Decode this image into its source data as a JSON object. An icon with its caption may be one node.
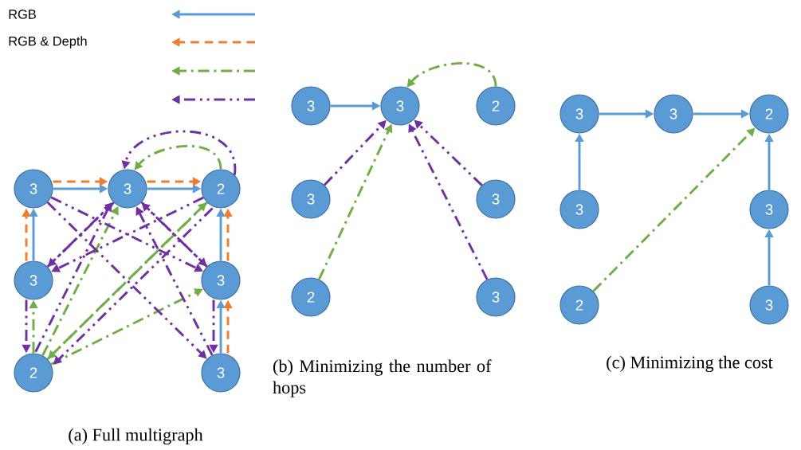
{
  "diagram": {
    "nodes": [
      {
        "text": [
          "3"
        ]
      },
      {
        "text": [
          "3"
        ]
      },
      {
        "text": [
          "2"
        ]
      },
      {
        "text": [
          "3"
        ]
      },
      {
        "text": [
          "3"
        ]
      },
      {
        "text": [
          "2"
        ]
      },
      {
        "text": [
          "3"
        ]
      },
      {
        "text": [
          "3"
        ]
      },
      {
        "text": [
          "3"
        ]
      },
      {
        "text": [
          "2"
        ]
      },
      {
        "text": [
          "3"
        ]
      },
      {
        "text": [
          "3"
        ]
      },
      {
        "text": [
          "2"
        ]
      },
      {
        "text": [
          "3"
        ]
      },
      {
        "text": [
          "3"
        ]
      },
      {
        "text": [
          "3"
        ]
      },
      {
        "text": [
          "2"
        ]
      },
      {
        "text": [
          "3"
        ]
      },
      {
        "text": [
          "3"
        ]
      },
      {
        "text": [
          "2"
        ]
      },
      {
        "text": [
          "3"
        ]
      }
    ],
    "edges": [
      {
        "from": 0,
        "to": 1,
        "arrow": "to",
        "color": "#5b9bd5"
      },
      {
        "from": 1,
        "to": 2,
        "arrow": "to",
        "color": "#5b9bd5"
      },
      {
        "from": 3,
        "to": 0,
        "arrow": "to",
        "color": "#5b9bd5"
      },
      {
        "from": 6,
        "to": 4,
        "arrow": "to",
        "color": "#5b9bd5"
      },
      {
        "from": 4,
        "to": 2,
        "arrow": "to",
        "color": "#5b9bd5"
      },
      {
        "from": 0,
        "to": 1,
        "arrow": "to",
        "style": "dashed",
        "color": "#ed7d31"
      },
      {
        "from": 1,
        "to": 2,
        "arrow": "to",
        "style": "dashed",
        "color": "#ed7d31"
      },
      {
        "from": 3,
        "to": 0,
        "arrow": "to",
        "style": "dashed",
        "color": "#ed7d31"
      },
      {
        "from": 6,
        "to": 4,
        "arrow": "to",
        "style": "dashed",
        "color": "#ed7d31"
      },
      {
        "from": 4,
        "to": 2,
        "arrow": "to",
        "style": "dashed",
        "color": "#ed7d31"
      },
      {
        "from": 2,
        "to": 1,
        "arrow": "to",
        "style": "dashed",
        "color": "#70ad47"
      },
      {
        "from": 5,
        "to": 1,
        "arrow": "to",
        "style": "dashed",
        "color": "#70ad47"
      },
      {
        "from": 5,
        "to": 2,
        "arrow": "to",
        "style": "dashed",
        "color": "#70ad47"
      },
      {
        "from": 5,
        "to": 3,
        "arrow": "to",
        "style": "dashed",
        "color": "#70ad47"
      },
      {
        "from": 5,
        "to": 4,
        "arrow": "to",
        "style": "dashed",
        "color": "#70ad47"
      },
      {
        "from": 2,
        "to": 5,
        "arrow": "to",
        "style": "dashed",
        "color": "#70ad47"
      },
      {
        "from": 2,
        "to": 1,
        "arrow": "to",
        "style": "dashed"
      },
      {
        "from": 3,
        "to": 1,
        "arrow": "to",
        "style": "dashed"
      },
      {
        "from": 4,
        "to": 1,
        "arrow": "to",
        "style": "dashed"
      },
      {
        "from": 5,
        "to": 1,
        "arrow": "to",
        "style": "dashed"
      },
      {
        "from": 6,
        "to": 1,
        "arrow": "to",
        "style": "dashed"
      },
      {
        "from": 1,
        "to": 3,
        "arrow": "to",
        "style": "dashed"
      },
      {
        "from": 1,
        "to": 4,
        "arrow": "to",
        "style": "dashed"
      },
      {
        "from": 0,
        "to": 4,
        "arrow": "to",
        "style": "dashed"
      },
      {
        "from": 2,
        "to": 3,
        "arrow": "to",
        "style": "dashed"
      },
      {
        "from": 0,
        "to": 6,
        "arrow": "to",
        "style": "dashed"
      },
      {
        "from": 2,
        "to": 5,
        "arrow": "to",
        "style": "dashed"
      },
      {
        "from": 3,
        "to": 5,
        "arrow": "to",
        "style": "dashed"
      },
      {
        "from": 4,
        "to": 6,
        "arrow": "to",
        "style": "dashed"
      },
      {
        "from": 7,
        "to": 8,
        "arrow": "to",
        "color": "#5b9bd5"
      },
      {
        "from": 9,
        "to": 8,
        "arrow": "to",
        "style": "dashed",
        "color": "#70ad47"
      },
      {
        "from": 10,
        "to": 8,
        "arrow": "to",
        "style": "dashed"
      },
      {
        "from": 12,
        "to": 8,
        "arrow": "to",
        "style": "dashed",
        "color": "#70ad47"
      },
      {
        "from": 13,
        "to": 8,
        "arrow": "to",
        "style": "dashed"
      },
      {
        "from": 11,
        "to": 8,
        "arrow": "to",
        "style": "dashed"
      },
      {
        "from": 14,
        "to": 15,
        "arrow": "to",
        "color": "#5b9bd5"
      },
      {
        "from": 15,
        "to": 16,
        "arrow": "to",
        "color": "#5b9bd5"
      },
      {
        "from": 17,
        "to": 14,
        "arrow": "to",
        "color": "#5b9bd5"
      },
      {
        "from": 18,
        "to": 16,
        "arrow": "to",
        "color": "#5b9bd5"
      },
      {
        "from": 20,
        "to": 18,
        "arrow": "to",
        "color": "#5b9bd5"
      },
      {
        "from": 19,
        "to": 16,
        "arrow": "to",
        "style": "dashed",
        "color": "#70ad47"
      }
    ],
    "labels": [
      "(a) Full multigraph",
      "(b) Minimizing the number of hops",
      "(c) Minimizing the cost"
    ],
    "legend": [
      {
        "text": "RGB",
        "color": "#5b9bd5"
      },
      {
        "text": "RGB & Depth",
        "color": "#ed7d31"
      }
    ]
  }
}
